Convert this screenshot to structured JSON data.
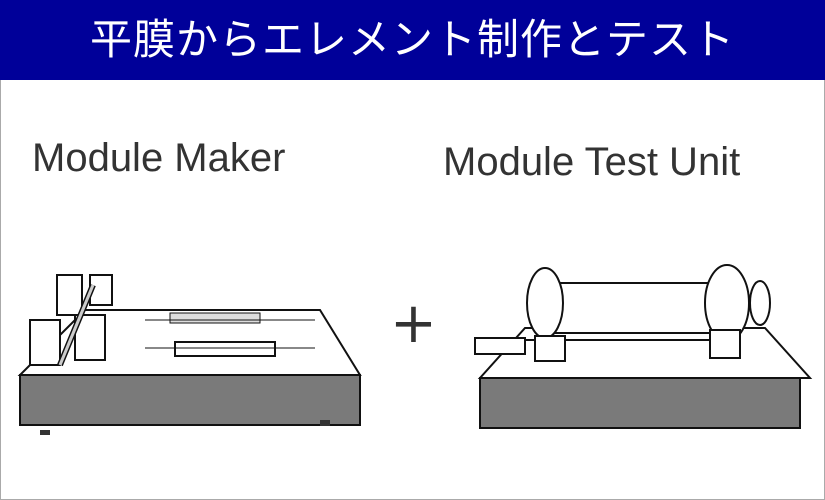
{
  "header": {
    "title": "平膜からエレメント制作とテスト"
  },
  "left": {
    "label": "Module Maker"
  },
  "right": {
    "label": "Module Test Unit"
  },
  "operator": "+",
  "colors": {
    "header_bg": "#000099",
    "header_text": "#ffffff",
    "base_gray": "#7a7a7a"
  }
}
